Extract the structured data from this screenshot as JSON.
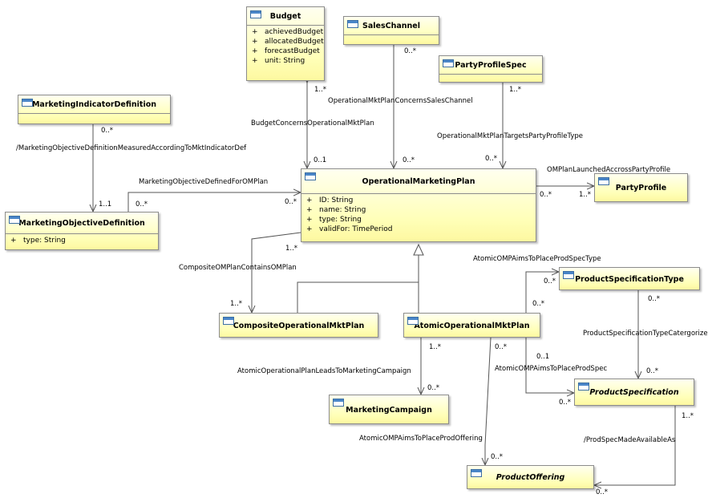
{
  "classes": {
    "budget": {
      "name": "Budget",
      "attributes": [
        "achievedBudget",
        "allocatedBudget",
        "forecastBudget",
        "unit: String"
      ]
    },
    "sales_channel": {
      "name": "SalesChannel"
    },
    "party_profile_spec": {
      "name": "PartyProfileSpec"
    },
    "marketing_indicator_definition": {
      "name": "MarketingIndicatorDefinition"
    },
    "operational_marketing_plan": {
      "name": "OperationalMarketingPlan",
      "attributes": [
        "ID: String",
        "name: String",
        "type: String",
        "validFor: TimePeriod"
      ]
    },
    "party_profile": {
      "name": "PartyProfile"
    },
    "marketing_objective_definition": {
      "name": "MarketingObjectiveDefinition",
      "attributes": [
        "type: String"
      ]
    },
    "product_specification_type": {
      "name": "ProductSpecificationType"
    },
    "composite_operational_mkt_plan": {
      "name": "CompositeOperationalMktPlan"
    },
    "atomic_operational_mkt_plan": {
      "name": "AtomicOperationalMktPlan"
    },
    "product_specification": {
      "name": "ProductSpecification"
    },
    "marketing_campaign": {
      "name": "MarketingCampaign"
    },
    "product_offering": {
      "name": "ProductOffering"
    }
  },
  "visibility": "+",
  "associations": {
    "budget_concerns": "BudgetConcernsOperationalMktPlan",
    "concerns_sales_channel": "OperationalMktPlanConcernsSalesChannel",
    "targets_party_profile_type": "OperationalMktPlanTargetsPartyProfileType",
    "objective_measured": "/MarketingObjectiveDefinitionMeasuredAccordingToMktIndicatorDef",
    "objective_defined_for": "MarketingObjectiveDefinedForOMPlan",
    "launched_across": "OMPlanLaunchedAccrossPartyProfile",
    "composite_contains": "CompositeOMPlanContainsOMPlan",
    "aims_prod_spec_type": "AtomicOMPAimsToPlaceProdSpecType",
    "spec_type_categorizes": "ProductSpecificationTypeCatergorizes",
    "aims_prod_spec": "AtomicOMPAimsToPlaceProdSpec",
    "leads_to_campaign": "AtomicOperationalPlanLeadsToMarketingCampaign",
    "aims_prod_offering": "AtomicOMPAimsToPlaceProdOffering",
    "made_available_as": "/ProdSpecMadeAvailableAs"
  },
  "multiplicities": {
    "budget_top": "1..*",
    "budget_bottom": "0..1",
    "sales_channel_top": "0..*",
    "sales_channel_bottom": "0..*",
    "pps_top": "1..*",
    "pps_bottom": "0..*",
    "mid_top": "0..*",
    "mid_bottom": "1..1",
    "mod_right": "0..*",
    "omp_left": "0..*",
    "omp_right": "0..*",
    "party_profile_left": "1..*",
    "comp_top": "1..*",
    "comp_bottom": "1..*",
    "pst_left": "0..*",
    "aomp_top": "0..*",
    "pst_bottom": "0..*",
    "ps_top": "0..*",
    "aomp_spec": "0..1",
    "ps_left": "0..*",
    "aomp_camp": "1..*",
    "camp_top": "0..*",
    "aomp_offer": "0..*",
    "offer_top": "0..*",
    "ps_right": "1..*",
    "offer_bottom": "0..*"
  }
}
